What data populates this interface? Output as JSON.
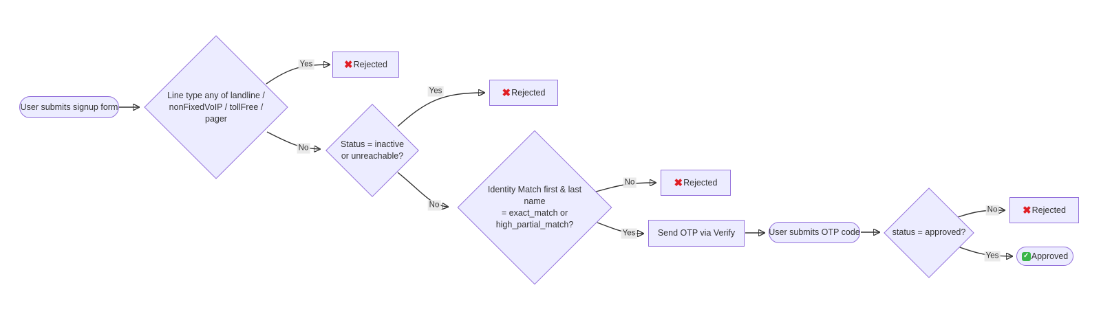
{
  "flowchart": {
    "start": {
      "label": "User submits signup form"
    },
    "line_type_decision": {
      "line1": "Line type any of landline /",
      "line2": "nonFixedVoIP / tollFree /",
      "line3": "pager"
    },
    "status_decision": {
      "line1": "Status = inactive",
      "line2": "or unreachable?"
    },
    "identity_decision": {
      "line1": "Identity Match first & last",
      "line2": "name",
      "line3": "= exact_match or",
      "line4": "high_partial_match?"
    },
    "send_otp": {
      "label": "Send OTP via Verify"
    },
    "submit_otp": {
      "label": "User submits OTP code"
    },
    "approval_decision": {
      "label": "status = approved?"
    },
    "rejected": {
      "label": "Rejected"
    },
    "approved": {
      "label": "Approved"
    },
    "labels": {
      "yes": "Yes",
      "no": "No"
    }
  },
  "icons": {
    "cross_mark": "✖",
    "check_mark": "✓"
  },
  "colors": {
    "node_fill": "#ECECFF",
    "node_border": "#9370DB",
    "text": "#333333",
    "arrow": "#333333",
    "edge_label_bg": "#E8E8E8",
    "reject_cross": "#E01E24",
    "approve_check": "#3AB54A"
  }
}
